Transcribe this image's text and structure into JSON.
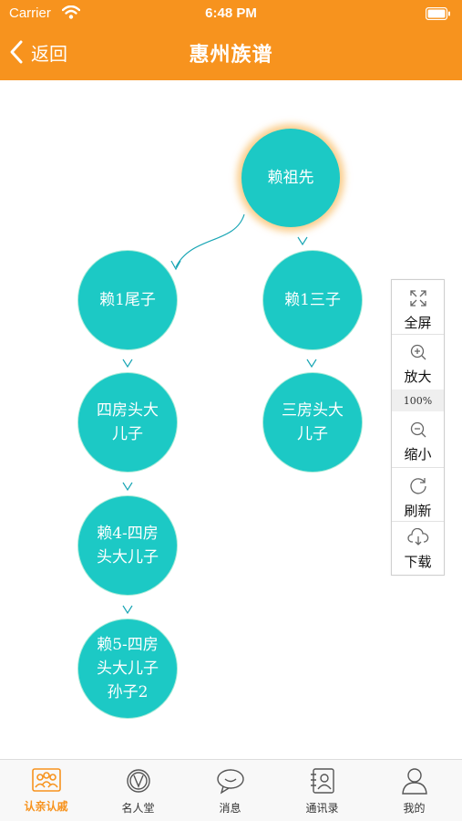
{
  "status_bar": {
    "carrier": "Carrier",
    "time": "6:48 PM"
  },
  "nav": {
    "back_label": "返回",
    "title": "惠州族谱"
  },
  "tree": {
    "nodes": [
      {
        "id": "root",
        "label": "赖祖先"
      },
      {
        "id": "n1",
        "label": "赖1尾子"
      },
      {
        "id": "n2",
        "label": "赖1三子"
      },
      {
        "id": "n3",
        "label": "四房头大儿子"
      },
      {
        "id": "n4",
        "label": "三房头大儿子"
      },
      {
        "id": "n5",
        "label": "赖4-四房头大儿子"
      },
      {
        "id": "n6",
        "label": "赖5-四房头大儿子孙子2"
      }
    ],
    "edges": [
      [
        "root",
        "n1"
      ],
      [
        "root",
        "n2"
      ],
      [
        "n1",
        "n3"
      ],
      [
        "n2",
        "n4"
      ],
      [
        "n3",
        "n5"
      ],
      [
        "n5",
        "n6"
      ]
    ]
  },
  "toolbar": {
    "fullscreen_label": "全屏",
    "zoom_in_label": "放大",
    "zoom_level": "100%",
    "zoom_out_label": "缩小",
    "refresh_label": "刷新",
    "download_label": "下载"
  },
  "tabs": [
    {
      "label": "认亲认戚",
      "icon": "family-icon",
      "active": true
    },
    {
      "label": "名人堂",
      "icon": "vip-badge-icon",
      "active": false
    },
    {
      "label": "消息",
      "icon": "chat-bubble-icon",
      "active": false
    },
    {
      "label": "通讯录",
      "icon": "contacts-icon",
      "active": false
    },
    {
      "label": "我的",
      "icon": "person-icon",
      "active": false
    }
  ],
  "colors": {
    "accent": "#f7931e",
    "node": "#1cc9c5",
    "connector": "#1aa6b5"
  }
}
